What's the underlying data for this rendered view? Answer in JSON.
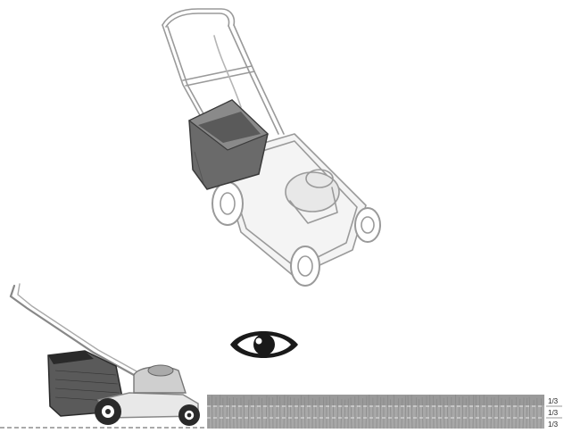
{
  "illustration": {
    "top_view": {
      "icon": "lawn-mower-icon"
    },
    "side_view": {
      "icon": "lawn-mower-side-icon"
    },
    "instruction_icon": "eye-icon",
    "grass": {
      "icon": "grass-icon",
      "fractions": [
        {
          "label": "1/3"
        },
        {
          "label": "1/3"
        },
        {
          "label": "1/3"
        }
      ]
    }
  }
}
